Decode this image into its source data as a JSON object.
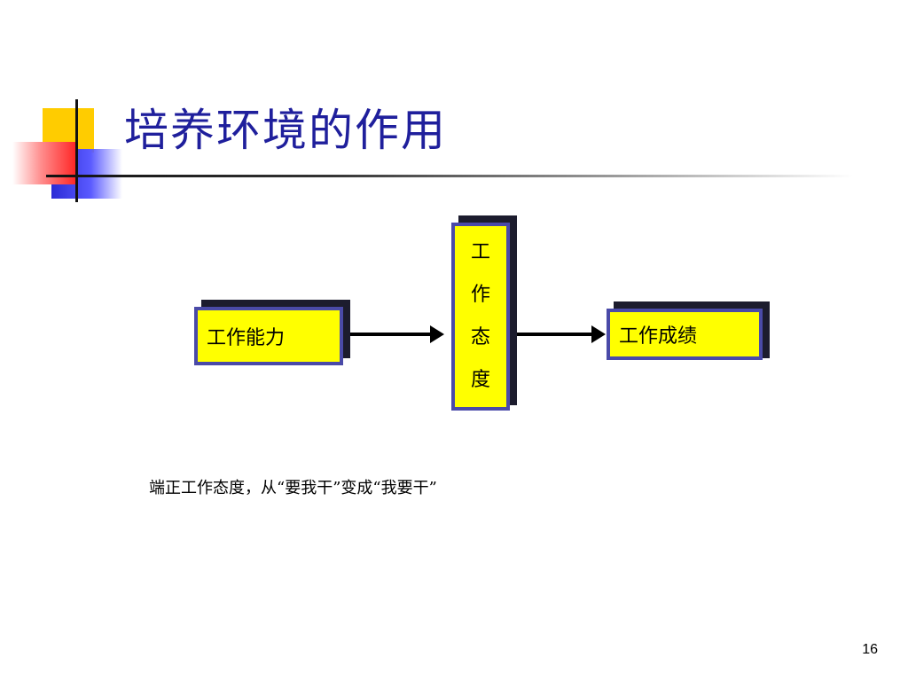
{
  "slide": {
    "title": "培养环境的作用",
    "title_color": "#1f1f9c",
    "caption": "端正工作态度，从“要我干”变成“我要干”",
    "page_number": "16"
  },
  "diagram": {
    "nodes": [
      {
        "id": "ability",
        "label": "工作能力"
      },
      {
        "id": "attitude",
        "chars": [
          "工",
          "作",
          "态",
          "度"
        ]
      },
      {
        "id": "performance",
        "label": "工作成绩"
      }
    ],
    "edges": [
      {
        "from": "ability",
        "to": "attitude"
      },
      {
        "from": "attitude",
        "to": "performance"
      }
    ],
    "colors": {
      "box_fill": "#ffff00",
      "box_border": "#4a4aa8",
      "shadow": "#1c1c2e"
    }
  }
}
